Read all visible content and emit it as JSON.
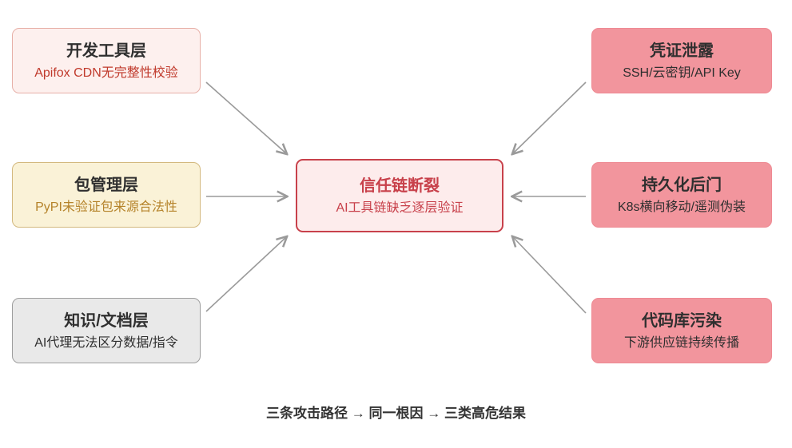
{
  "nodes": {
    "dev_tools": {
      "title": "开发工具层",
      "subtitle": "Apifox CDN无完整性校验"
    },
    "pkg_mgmt": {
      "title": "包管理层",
      "subtitle": "PyPI未验证包来源合法性"
    },
    "knowledge_docs": {
      "title": "知识/文档层",
      "subtitle": "AI代理无法区分数据/指令"
    },
    "root_cause": {
      "title": "信任链断裂",
      "subtitle": "AI工具链缺乏逐层验证"
    },
    "credential_leak": {
      "title": "凭证泄露",
      "subtitle": "SSH/云密钥/API Key"
    },
    "persistent_backdoor": {
      "title": "持久化后门",
      "subtitle": "K8s横向移动/遥测伪装"
    },
    "repo_pollution": {
      "title": "代码库污染",
      "subtitle": "下游供应链持续传播"
    }
  },
  "caption": "三条攻击路径 → 同一根因 → 三类高危结果",
  "colors": {
    "text_dark": "#2f2f2f",
    "dev_tools_bg": "#fdf0ee",
    "dev_tools_border": "#e7b0a8",
    "dev_tools_subtitle": "#c0392b",
    "pkg_bg": "#faf2d7",
    "pkg_border": "#d3b97f",
    "pkg_subtitle": "#b5832a",
    "knowledge_bg": "#e9e9e9",
    "knowledge_border": "#9e9e9e",
    "center_bg": "#fdecec",
    "center_border": "#c8414b",
    "center_text": "#c8414b",
    "result_bg": "#f2959d",
    "result_border": "#ee8a93",
    "arrow": "#9a9a9a"
  }
}
